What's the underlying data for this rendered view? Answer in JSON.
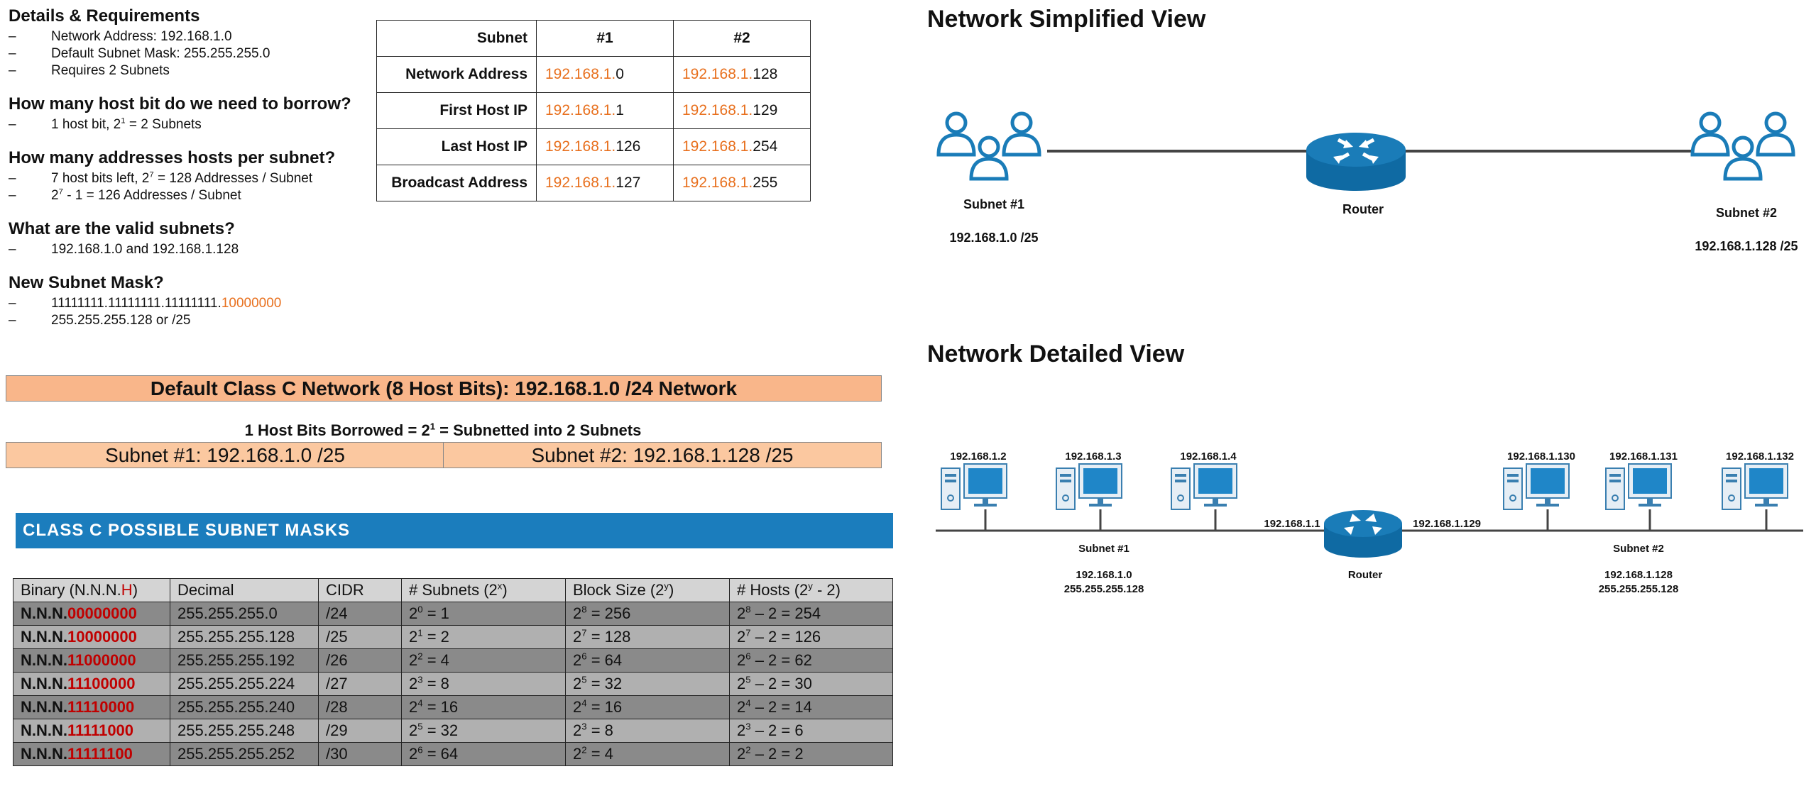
{
  "notes": {
    "details": {
      "heading": "Details & Requirements",
      "items": [
        "Network Address: 192.168.1.0",
        "Default Subnet Mask: 255.255.255.0",
        "Requires 2 Subnets"
      ]
    },
    "borrow": {
      "heading": "How many host bit do we need to borrow?",
      "item_prefix": "1 host bit, 2",
      "item_exp": "1",
      "item_suffix": " = 2 Subnets"
    },
    "hosts": {
      "heading": "How many addresses hosts per subnet?",
      "item1_prefix": "7 host bits left, 2",
      "item1_exp": "7",
      "item1_suffix": " = 128 Addresses / Subnet",
      "item2_prefix": "2",
      "item2_exp": "7",
      "item2_suffix": " - 1 = 126 Addresses / Subnet"
    },
    "valid": {
      "heading": "What are the valid subnets?",
      "item": "192.168.1.0 and 192.168.1.128"
    },
    "mask": {
      "heading": "New Subnet Mask?",
      "binary_black": "11111111.11111111.11111111.",
      "binary_orange": "10000000",
      "decimal": "255.255.255.128  or  /25"
    }
  },
  "subnet_table": {
    "headers": [
      "Subnet",
      "#1",
      "#2"
    ],
    "rows": [
      {
        "label": "Network Address",
        "p1": "192.168.1.",
        "s1": "0",
        "p2": "192.168.1.",
        "s2": "128"
      },
      {
        "label": "First Host IP",
        "p1": "192.168.1.",
        "s1": "1",
        "p2": "192.168.1.",
        "s2": "129"
      },
      {
        "label": "Last Host IP",
        "p1": "192.168.1.",
        "s1": "126",
        "p2": "192.168.1.",
        "s2": "254"
      },
      {
        "label": "Broadcast Address",
        "p1": "192.168.1.",
        "s1": "127",
        "p2": "192.168.1.",
        "s2": "255"
      }
    ]
  },
  "banner": {
    "main": "Default Class C Network (8 Host Bits): 192.168.1.0 /24 Network",
    "note_prefix": "1 Host Bits Borrowed = 2",
    "note_exp": "1",
    "note_suffix": " = Subnetted into 2 Subnets",
    "subnet1": "Subnet #1: 192.168.1.0 /25",
    "subnet2": "Subnet #2: 192.168.1.128  /25"
  },
  "masks": {
    "title": "CLASS C POSSIBLE SUBNET MASKS",
    "headers": {
      "binary_a": "Binary (N.N.N.",
      "binary_h": "H",
      "binary_b": ")",
      "decimal": "Decimal",
      "cidr": "CIDR",
      "subnets_a": "# Subnets (2",
      "subnets_exp": "x",
      "subnets_b": ")",
      "block_a": "Block Size (2",
      "block_exp": "y",
      "block_b": ")",
      "hosts_a": "# Hosts (2",
      "hosts_exp": "y",
      "hosts_b": " - 2)"
    },
    "rows": [
      {
        "prefix": "N.N.N.",
        "bits": "00000000",
        "decimal": "255.255.255.0",
        "cidr": "/24",
        "sx": "0",
        "sv": " = 1",
        "bx": "8",
        "bv": " = 256",
        "hx": "8",
        "hv": " – 2 = 254"
      },
      {
        "prefix": "N.N.N.",
        "bits": "10000000",
        "decimal": "255.255.255.128",
        "cidr": "/25",
        "sx": "1",
        "sv": " = 2",
        "bx": "7",
        "bv": " = 128",
        "hx": "7",
        "hv": " – 2 = 126"
      },
      {
        "prefix": "N.N.N.",
        "bits": "11000000",
        "decimal": "255.255.255.192",
        "cidr": "/26",
        "sx": "2",
        "sv": " = 4",
        "bx": "6",
        "bv": " = 64",
        "hx": "6",
        "hv": " – 2 = 62"
      },
      {
        "prefix": "N.N.N.",
        "bits": "11100000",
        "decimal": "255.255.255.224",
        "cidr": "/27",
        "sx": "3",
        "sv": " = 8",
        "bx": "5",
        "bv": " = 32",
        "hx": "5",
        "hv": " – 2 = 30"
      },
      {
        "prefix": "N.N.N.",
        "bits": "11110000",
        "decimal": "255.255.255.240",
        "cidr": "/28",
        "sx": "4",
        "sv": " = 16",
        "bx": "4",
        "bv": " = 16",
        "hx": "4",
        "hv": " – 2 = 14"
      },
      {
        "prefix": "N.N.N.",
        "bits": "11111000",
        "decimal": "255.255.255.248",
        "cidr": "/29",
        "sx": "5",
        "sv": " = 32",
        "bx": "3",
        "bv": " = 8",
        "hx": "3",
        "hv": " – 2 = 6"
      },
      {
        "prefix": "N.N.N.",
        "bits": "11111100",
        "decimal": "255.255.255.252",
        "cidr": "/30",
        "sx": "6",
        "sv": " = 64",
        "bx": "2",
        "bv": " = 4",
        "hx": "2",
        "hv": " – 2 = 2"
      }
    ]
  },
  "simplified": {
    "title": "Network Simplified View",
    "subnet1_label": "Subnet #1",
    "subnet1_addr": "192.168.1.0 /25",
    "router_label": "Router",
    "subnet2_label": "Subnet #2",
    "subnet2_addr": "192.168.1.128 /25"
  },
  "detailed": {
    "title": "Network Detailed View",
    "pcs": [
      "192.168.1.2",
      "192.168.1.3",
      "192.168.1.4",
      "192.168.1.130",
      "192.168.1.131",
      "192.168.1.132"
    ],
    "router_left_ip": "192.168.1.1",
    "router_right_ip": "192.168.1.129",
    "router_label": "Router",
    "subnet1_label": "Subnet #1",
    "subnet1_net": "192.168.1.0",
    "subnet1_mask": "255.255.255.128",
    "subnet2_label": "Subnet #2",
    "subnet2_net": "192.168.1.128",
    "subnet2_mask": "255.255.255.128"
  },
  "colors": {
    "accent_orange": "#e8701e",
    "bits_red": "#c00000",
    "banner_orange": "#f9b68a",
    "header_blue": "#1b7dbd",
    "router_blue": "#1a7cb8"
  }
}
